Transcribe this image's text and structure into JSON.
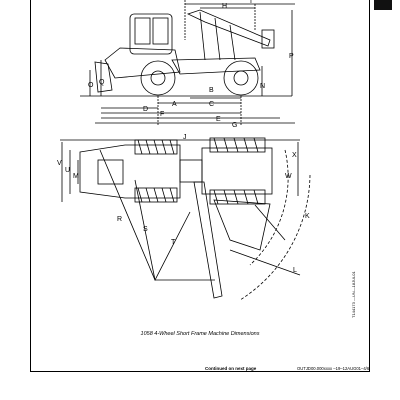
{
  "colors": {
    "line": "#000000",
    "paper": "#ffffff",
    "tab": "#111111"
  },
  "side_view": {
    "labels": {
      "H": "H",
      "I": "I",
      "P": "P",
      "N": "N",
      "O": "O",
      "Q": "Q",
      "B": "B",
      "A": "A",
      "D": "D",
      "C": "C",
      "F": "F",
      "E": "E",
      "G": "G"
    }
  },
  "top_view": {
    "labels": {
      "V": "V",
      "U": "U",
      "M": "M",
      "J": "J",
      "X": "X",
      "W": "W",
      "K": "K",
      "L": "L",
      "R": "R",
      "S": "S",
      "T": "T"
    }
  },
  "caption": "1058 4-Wheel Short Frame Machine Dimensions",
  "side_code": "T144173 —UN—18JUL01",
  "footer": {
    "continued": "Continued on next page",
    "ref": "OUTJD00.000xxxx  –19–12AUG01–4/6"
  }
}
